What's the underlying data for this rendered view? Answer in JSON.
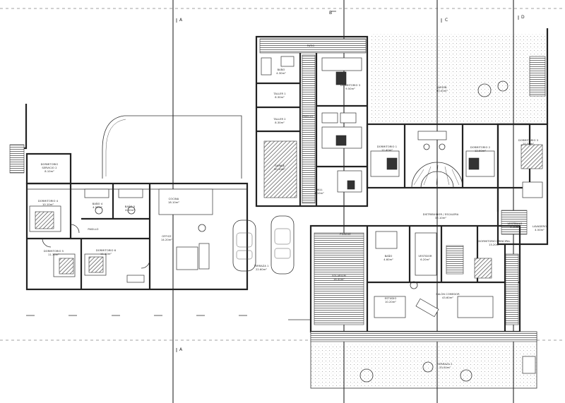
{
  "grid_labels": [
    "A",
    "B",
    "C",
    "D",
    "A"
  ],
  "rooms": [
    {
      "id": "dormitorio-servicio",
      "name": "DORMITORIO",
      "sub": "SERVICIO 2",
      "area": "8.10m²"
    },
    {
      "id": "dormitorio-4",
      "name": "DORMITORIO 4",
      "area": "10.10m²"
    },
    {
      "id": "bano-4",
      "name": "BAÑO 4",
      "area": "4.50m²"
    },
    {
      "id": "bano-5",
      "name": "BAÑO 5",
      "area": "4.00m²"
    },
    {
      "id": "pasillo-w",
      "name": "PASILLO",
      "area": ""
    },
    {
      "id": "dormitorio-w2",
      "name": "DORMITORIO 5",
      "area": "11.70m²"
    },
    {
      "id": "dormitorio-w3",
      "name": "DORMITORIO 6",
      "area": "11.10m²"
    },
    {
      "id": "cocina",
      "name": "COCINA",
      "area": "18.10m²"
    },
    {
      "id": "office",
      "name": "OFFICE",
      "area": "14.20m²"
    },
    {
      "id": "patio-top",
      "name": "PATIO",
      "area": ""
    },
    {
      "id": "bano-t",
      "name": "BAÑO",
      "area": "4.30m²"
    },
    {
      "id": "taller-1",
      "name": "TALLER 1",
      "area": "8.30m²"
    },
    {
      "id": "taller-2",
      "name": "TALLER 2",
      "area": "8.30m²"
    },
    {
      "id": "garaje",
      "name": "GARAJE",
      "area": "30.10m²"
    },
    {
      "id": "dormitorio-3",
      "name": "DORMITORIO 3",
      "area": "9.50m²"
    },
    {
      "id": "pasillo-c",
      "name": "PASILLO",
      "area": ""
    },
    {
      "id": "hall",
      "name": "HALL",
      "area": "4.10m²"
    },
    {
      "id": "jardin",
      "name": "JARDÍN",
      "area": "90.00m²"
    },
    {
      "id": "dormitorio-1",
      "name": "DORMITORIO 1",
      "area": "12.40m²"
    },
    {
      "id": "dormitorio-2",
      "name": "DORMITORIO 2",
      "area": "12.50m²"
    },
    {
      "id": "dormitorio-e",
      "name": "DORMITORIO 3",
      "area": "10.50m²"
    },
    {
      "id": "distribuidor",
      "name": "DISTRIBUIDOR / ESCALERA",
      "area": "32.10m²"
    },
    {
      "id": "solarium",
      "name": "SOLARIUM",
      "area": "16.40m²"
    },
    {
      "id": "terraza-1",
      "name": "TERRAZA 1",
      "area": "22.60m²"
    },
    {
      "id": "bano-sw",
      "name": "BAÑO",
      "area": "4.60m²"
    },
    {
      "id": "vestidor",
      "name": "VESTIDOR",
      "area": "6.20m²"
    },
    {
      "id": "salon-comedor",
      "name": "SALÓN COMEDOR",
      "area": "43.60m²"
    },
    {
      "id": "dormitorio-main",
      "name": "DORMITORIO PRINCIPAL",
      "area": "13.20m²"
    },
    {
      "id": "vestibulo",
      "name": "VESTÍBULO",
      "area": "5.20m²"
    },
    {
      "id": "lavadero",
      "name": "LAVADERO",
      "area": "4.50m²"
    },
    {
      "id": "estudio",
      "name": "ESTUDIO",
      "area": "10.20m²"
    },
    {
      "id": "terraza-2",
      "name": "TERRAZA 2",
      "area": "33.00m²"
    },
    {
      "id": "porche",
      "name": "PORCHE",
      "area": ""
    }
  ]
}
